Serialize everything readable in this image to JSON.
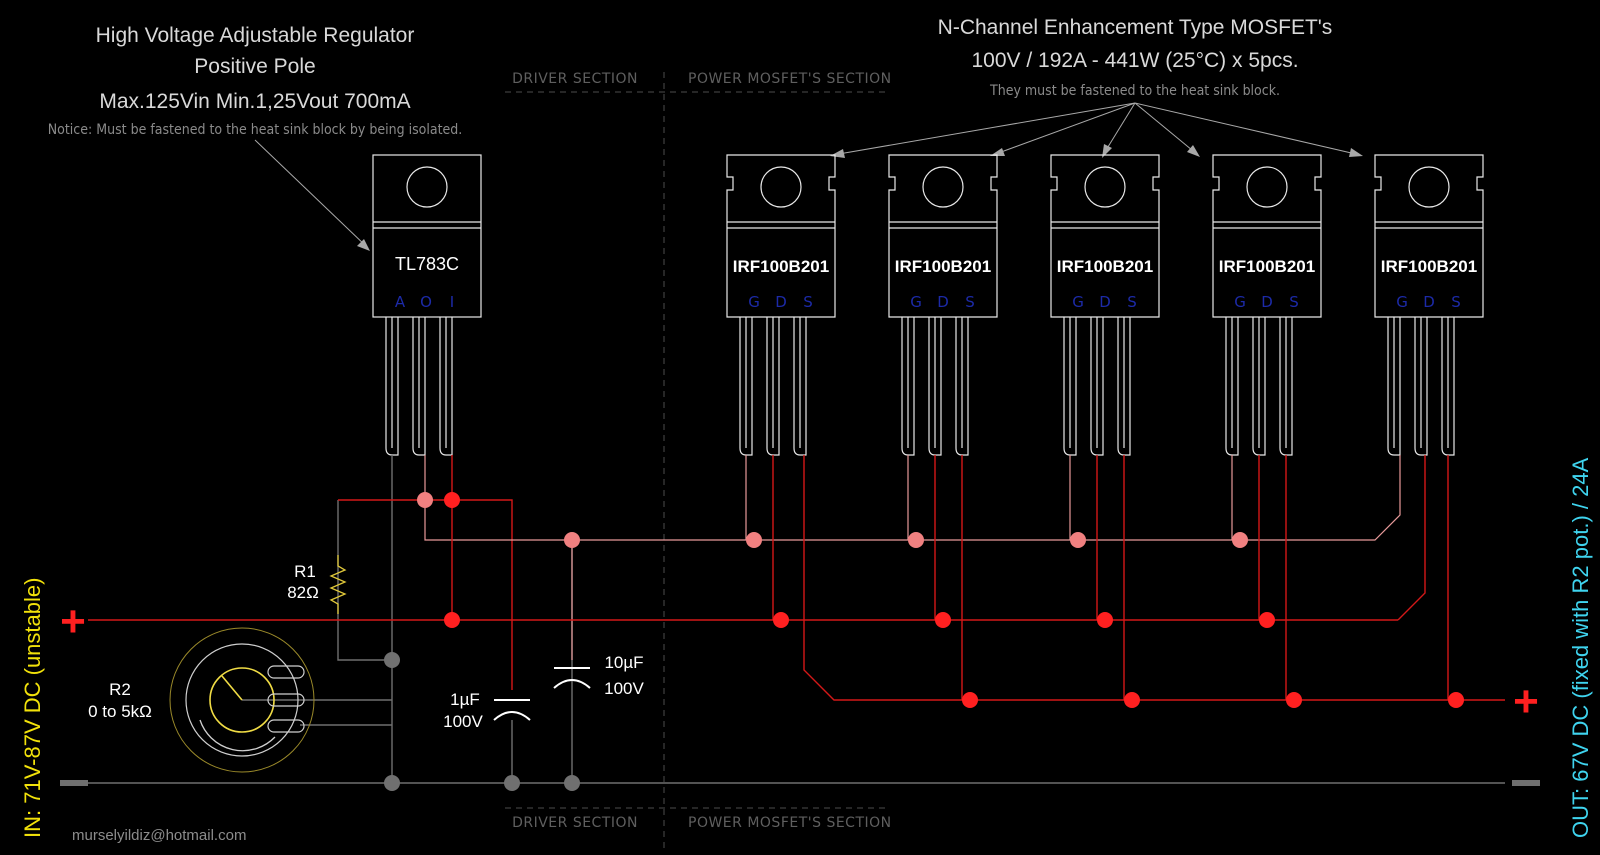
{
  "regulator": {
    "title_line1": "High Voltage Adjustable Regulator",
    "title_line2": "Positive Pole",
    "title_line3": "Max.125Vin  Min.1,25Vout  700mA",
    "notice": "Notice: Must be fastened to the heat sink block by being isolated.",
    "part": "TL783C",
    "pins": [
      "A",
      "O",
      "I"
    ]
  },
  "mosfet": {
    "title_line1": "N-Channel Enhancement Type MOSFET's",
    "title_line2": "100V / 192A - 441W (25°C)  x  5pcs.",
    "notice": "They must be fastened to the heat sink block.",
    "part": "IRF100B201",
    "pins": [
      "G",
      "D",
      "S"
    ],
    "count": 5
  },
  "sections": {
    "driver": "DRIVER SECTION",
    "power": "POWER MOSFET'S SECTION"
  },
  "components": {
    "r1_name": "R1",
    "r1_value": "82Ω",
    "r2_name": "R2",
    "r2_value": "0 to 5kΩ",
    "c1_value": "1µF",
    "c1_voltage": "100V",
    "c2_value": "10µF",
    "c2_voltage": "100V"
  },
  "terminals": {
    "input_label": "IN: 71V-87V DC (unstable)",
    "output_label": "OUT: 67V DC (fixed with R2 pot.) / 24A",
    "plus": "+",
    "minus": "−"
  },
  "credit": "murselyildiz@hotmail.com",
  "colors": {
    "input_label": "#f2e20a",
    "output_label": "#3fd4ef",
    "positive_terminal": "#ff2020",
    "red_wire": "#d41818",
    "gate_wire": "#e89a9a",
    "ground_wire": "#6f6f6f",
    "pin_letters": "#1c2aa8"
  }
}
